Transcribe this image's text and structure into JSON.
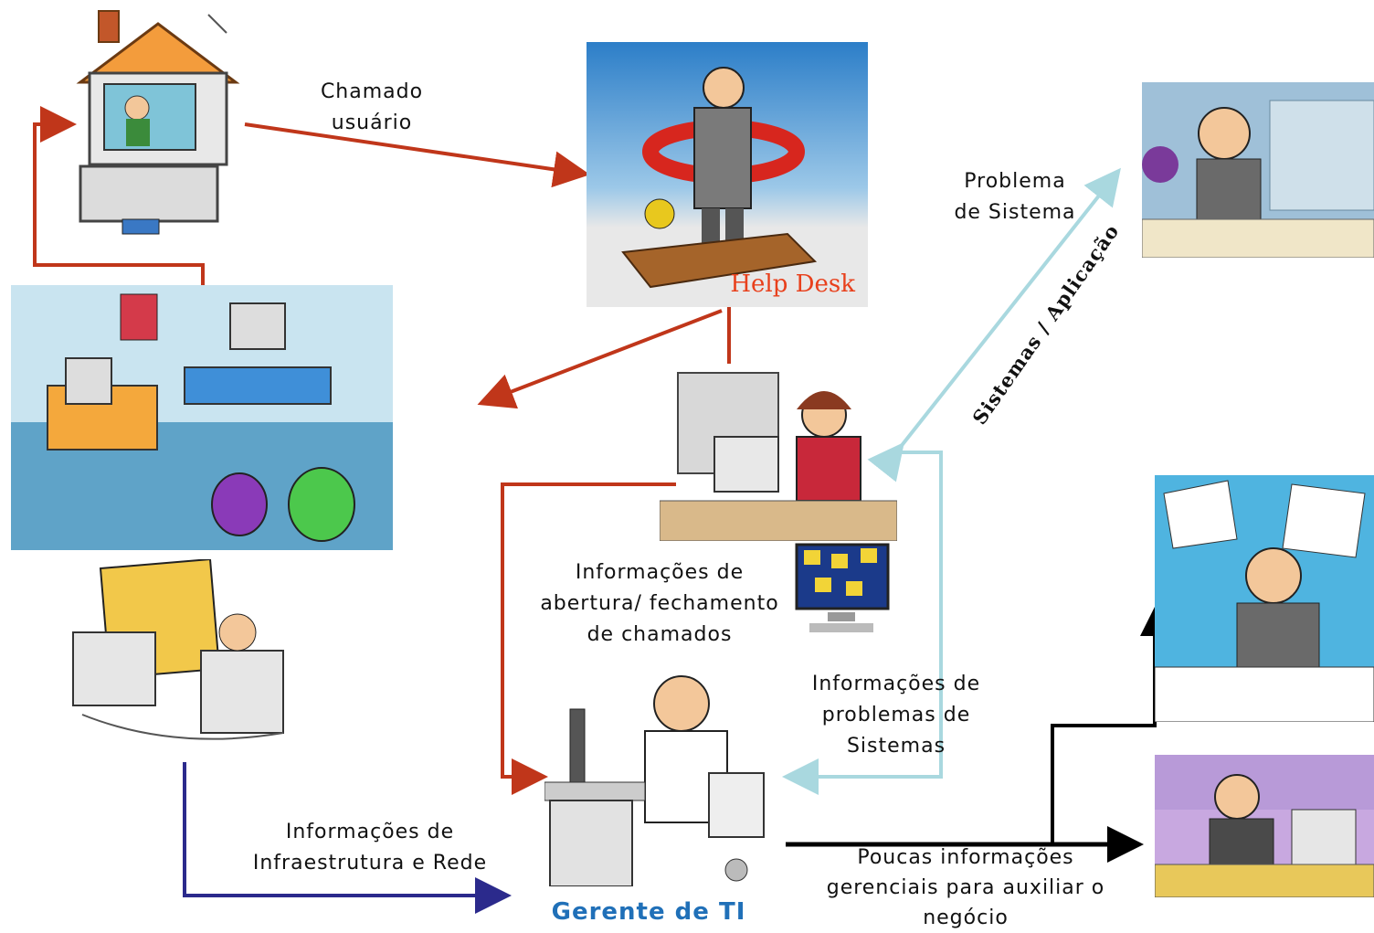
{
  "labels": {
    "chamado_usuario": "Chamado\nusuário",
    "help_desk": "Help Desk",
    "problema_sistema": "Problema\nde Sistema",
    "sistemas_aplicacao": "Sistemas / Aplicação",
    "info_abertura": "Informações de\nabertura/ fechamento\nde chamados",
    "info_problemas": "Informações de\nproblemas de\nSistemas",
    "info_infra": "Informações de\nInfraestrutura e Rede",
    "gerente_ti": "Gerente de TI",
    "poucas_info": "Poucas  informações\ngerenciais  para auxiliar o\nnegócio"
  },
  "colors": {
    "red_arrow": "#c0361a",
    "light_blue_arrow": "#a9d8df",
    "dark_blue_arrow": "#2b2a8c",
    "black_arrow": "#000000",
    "help_desk_text": "#e8401c",
    "gerente_text": "#2070b8"
  }
}
